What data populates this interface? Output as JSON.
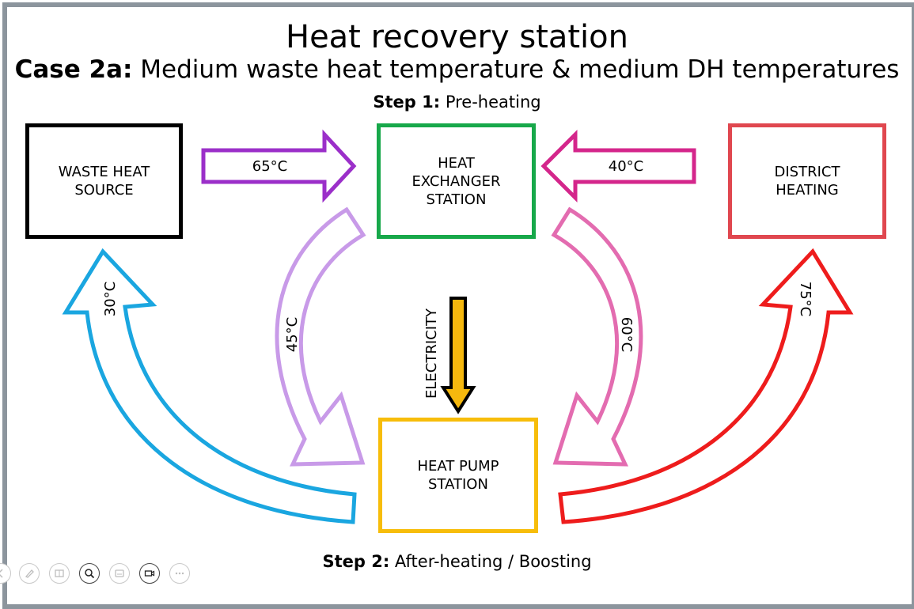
{
  "title": "Heat recovery station",
  "subtitle_bold": "Case 2a:",
  "subtitle_rest": " Medium waste heat temperature & medium DH temperatures",
  "step1": {
    "bold": "Step 1:",
    "rest": " Pre-heating"
  },
  "step2": {
    "bold": "Step 2:",
    "rest": " After-heating / Boosting"
  },
  "nodes": {
    "waste_heat": [
      "WASTE HEAT",
      "SOURCE"
    ],
    "heat_exchanger": [
      "HEAT",
      "EXCHANGER",
      "STATION"
    ],
    "district_heating": [
      "DISTRICT",
      "HEATING"
    ],
    "heat_pump": [
      "HEAT PUMP",
      "STATION"
    ]
  },
  "flows": {
    "waste_to_hx": "65°C",
    "dh_to_hx": "40°C",
    "hx_to_hp_left": "45°C",
    "hx_to_hp_right": "60°C",
    "hp_to_waste": "30°C",
    "hp_to_dh": "75°C",
    "electricity": "ELECTRICITY"
  },
  "colors": {
    "waste_box": "#000000",
    "hx_box": "#17a84a",
    "dh_box": "#e0474f",
    "hp_box": "#f7bd0a",
    "arrow_65": "#9b2fc9",
    "arrow_40": "#d4268b",
    "arrow_45": "#c89ae8",
    "arrow_60": "#e36cb0",
    "arrow_30": "#1aa6e0",
    "arrow_75": "#ee1c1c",
    "arrow_electricity": "#f5b80e"
  },
  "toolbar_icons": [
    "previous-icon",
    "pen-icon",
    "slides-icon",
    "zoom-icon",
    "subtitles-icon",
    "camera-icon",
    "more-icon"
  ]
}
